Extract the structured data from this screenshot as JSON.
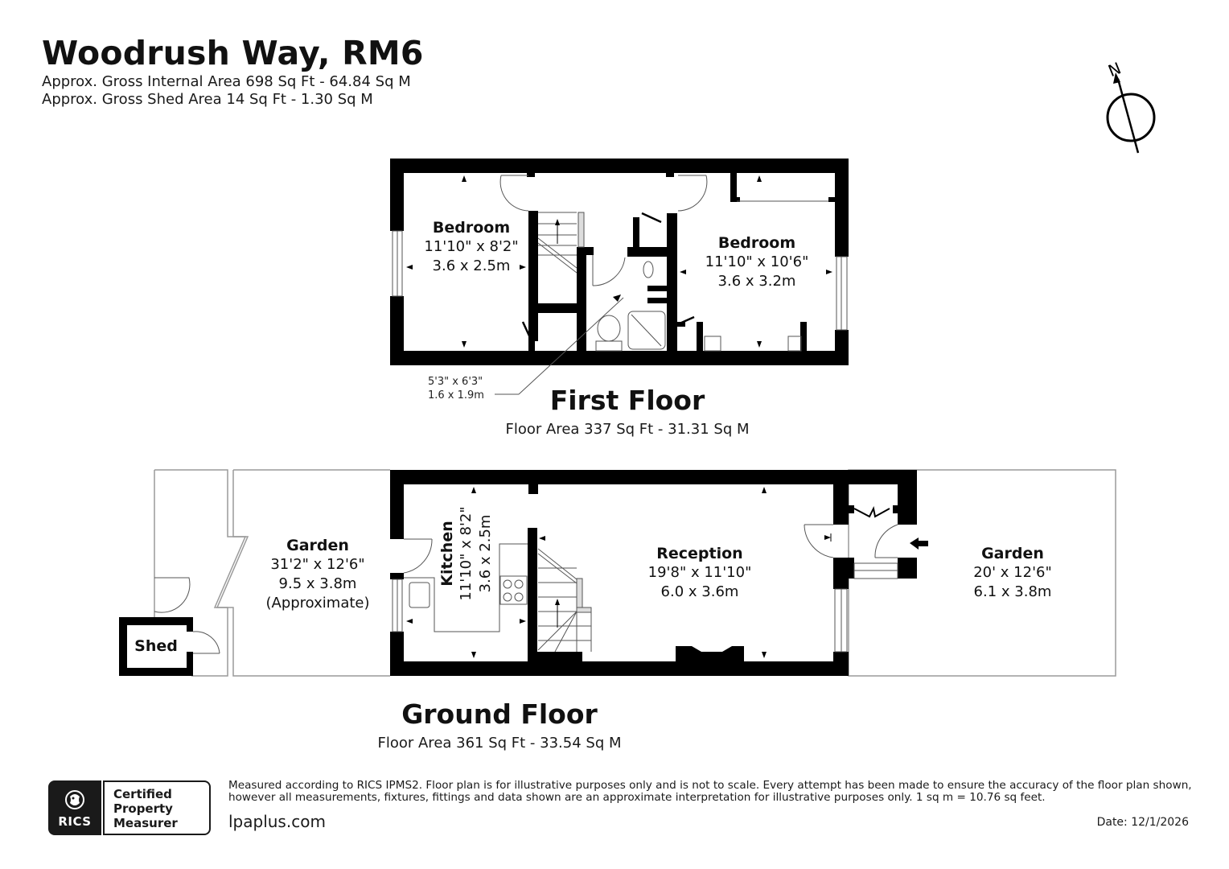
{
  "header": {
    "title": "Woodrush Way, RM6",
    "gross_internal_area": "Approx. Gross Internal Area 698 Sq Ft - 64.84 Sq M",
    "gross_shed_area": "Approx. Gross Shed Area 14 Sq Ft - 1.30 Sq M"
  },
  "compass": {
    "label": "N",
    "icon": "north-arrow-icon"
  },
  "first_floor": {
    "title": "First Floor",
    "area": "Floor Area 337 Sq Ft - 31.31 Sq M",
    "rooms": [
      {
        "name": "Bedroom",
        "imperial": "11'10\" x 8'2\"",
        "metric": "3.6 x 2.5m"
      },
      {
        "name": "Bedroom",
        "imperial": "11'10\" x 10'6\"",
        "metric": "3.6 x 3.2m"
      }
    ],
    "bathroom": {
      "imperial": "5'3\" x 6'3\"",
      "metric": "1.6 x 1.9m"
    }
  },
  "ground_floor": {
    "title": "Ground Floor",
    "area": "Floor Area 361 Sq Ft - 33.54 Sq M",
    "rooms": {
      "rear_garden": {
        "name": "Garden",
        "imperial": "31'2\" x 12'6\"",
        "metric": "9.5 x 3.8m",
        "note": "(Approximate)"
      },
      "shed": {
        "name": "Shed"
      },
      "kitchen": {
        "name": "Kitchen",
        "imperial": "11'10\" x 8'2\"",
        "metric": "3.6 x 2.5m"
      },
      "reception": {
        "name": "Reception",
        "imperial": "19'8\" x 11'10\"",
        "metric": "6.0 x 3.6m"
      },
      "front_garden": {
        "name": "Garden",
        "imperial": "20' x 12'6\"",
        "metric": "6.1 x 3.8m"
      }
    }
  },
  "footer": {
    "badge": {
      "org": "RICS",
      "line1": "Certified",
      "line2": "Property",
      "line3": "Measurer"
    },
    "disclaimer_line1": "Measured according to RICS IPMS2. Floor plan is for illustrative purposes only and is not to scale. Every attempt has been made to ensure the accuracy of the floor plan shown,",
    "disclaimer_line2": "however all measurements, fixtures, fittings and data shown are an approximate interpretation for illustrative purposes only. 1 sq m = 10.76 sq feet.",
    "website": "lpaplus.com",
    "date": "Date: 12/1/2026"
  },
  "colors": {
    "wall": "#000000",
    "outline": "#9a9a9a",
    "background": "#ffffff",
    "text": "#111111"
  }
}
